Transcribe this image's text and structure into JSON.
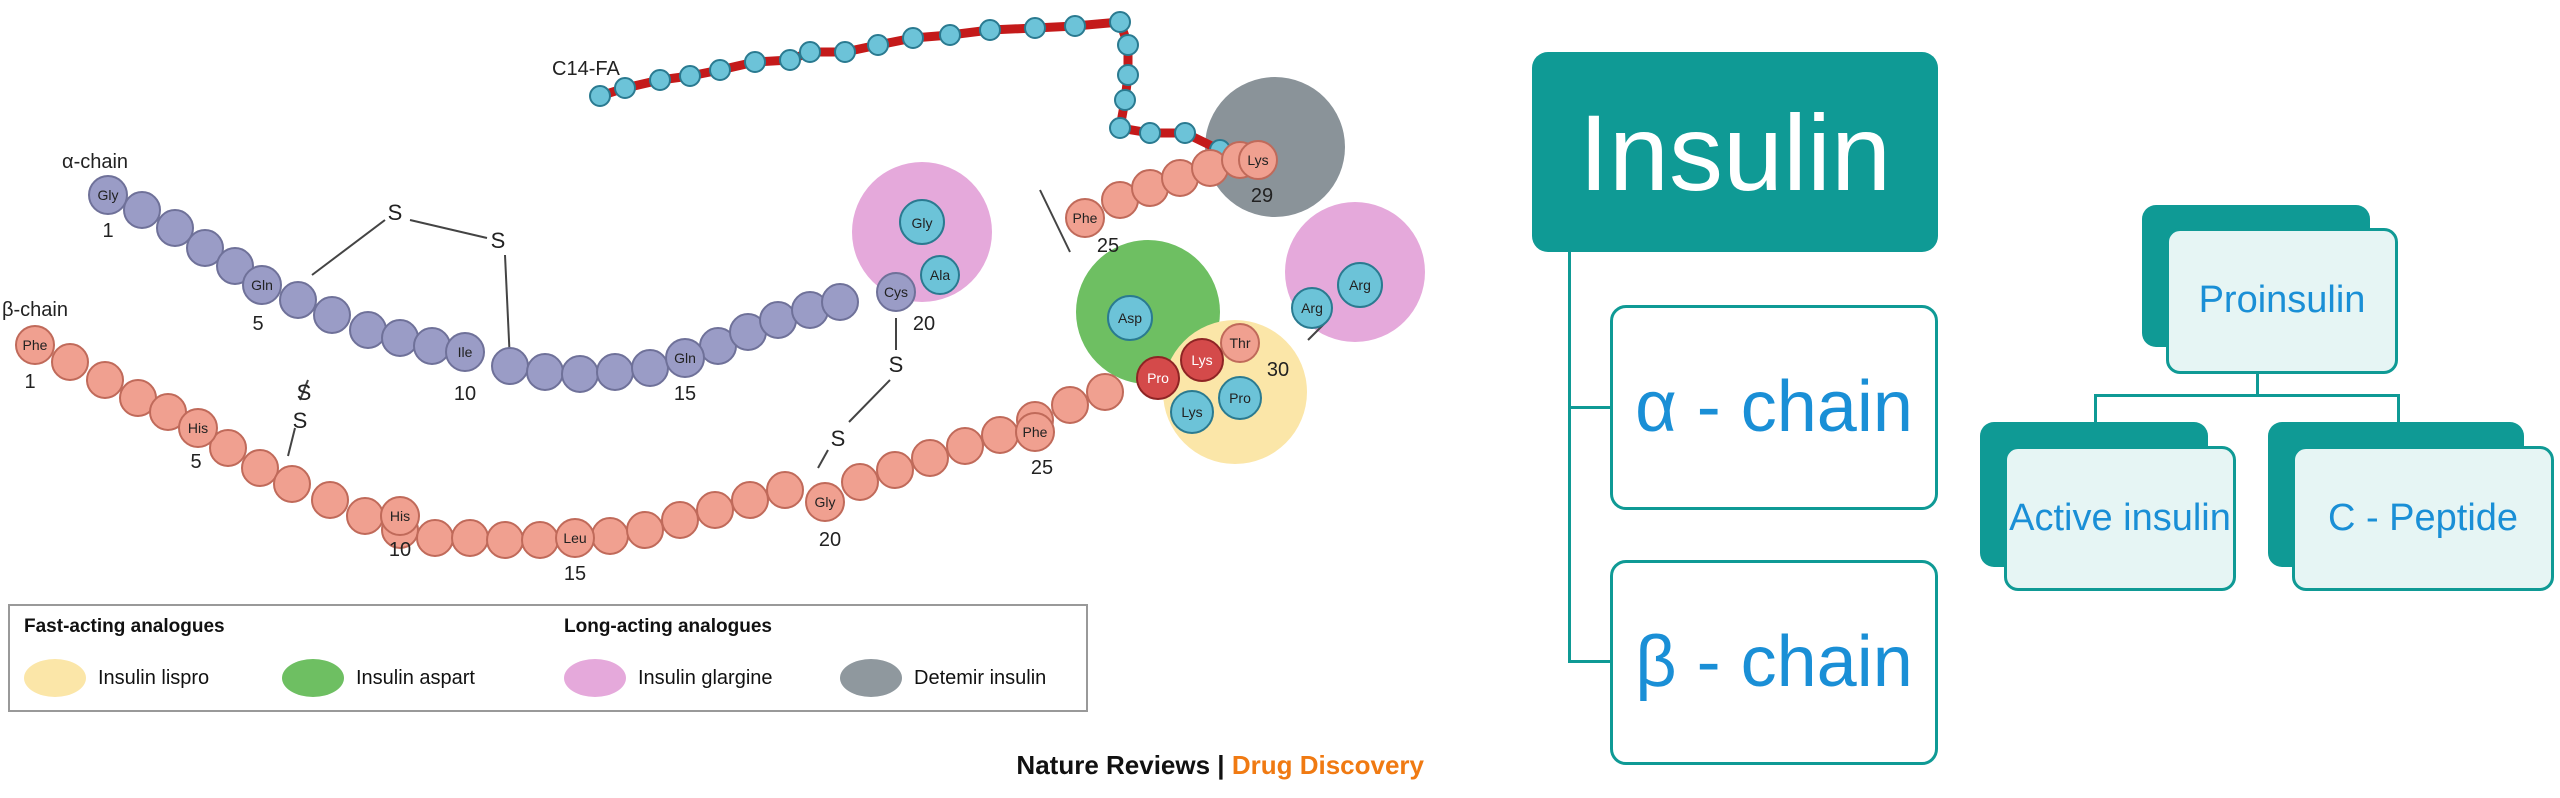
{
  "figure": {
    "fatty_acid_label": "C14-FA",
    "alpha_chain_label": "α-chain",
    "beta_chain_label": "β-chain",
    "disulfide_label": "S",
    "alpha_residues": {
      "gly": "Gly",
      "gln": "Gln",
      "ile": "Ile",
      "gln15": "Gln",
      "cys": "Cys",
      "ala": "Ala",
      "gly21": "Gly"
    },
    "alpha_numbers": {
      "n1": "1",
      "n5": "5",
      "n10": "10",
      "n15": "15",
      "n20": "20"
    },
    "beta_residues": {
      "phe": "Phe",
      "his": "His",
      "his10": "His",
      "leu": "Leu",
      "gly": "Gly",
      "phe25": "Phe",
      "pro": "Pro",
      "lys": "Lys",
      "thr": "Thr",
      "asp": "Asp",
      "lys_b": "Lys",
      "pro_b": "Pro",
      "arg": "Arg",
      "arg2": "Arg",
      "phe_upper": "Phe",
      "lys_upper": "Lys"
    },
    "beta_numbers": {
      "n1": "1",
      "n5": "5",
      "n10": "10",
      "n15": "15",
      "n20": "20",
      "n25": "25",
      "n30": "30",
      "n25_upper": "25",
      "n29": "29"
    },
    "colors": {
      "alpha_bead": "#9a9cc6",
      "beta_bead": "#f0a090",
      "dark_bead": "#d44a4a",
      "blue_bead": "#6cc3d8",
      "fatty_chain": "#c41a1a",
      "lispro": "#fbe6a8",
      "aspart": "#6ebf62",
      "glargine": "#e5a9db",
      "detemir": "#7d878e"
    }
  },
  "legend": {
    "fast_heading": "Fast-acting analogues",
    "long_heading": "Long-acting analogues",
    "items": [
      {
        "label": "Insulin lispro",
        "color": "#fbe6a8"
      },
      {
        "label": "Insulin aspart",
        "color": "#6ebf62"
      },
      {
        "label": "Insulin glargine",
        "color": "#e5a9db"
      },
      {
        "label": "Detemir insulin",
        "color": "#8f989e"
      }
    ]
  },
  "credit": {
    "journal": "Nature Reviews",
    "separator": " | ",
    "section": "Drug Discovery"
  },
  "hierarchy": {
    "root": "Insulin",
    "alpha": "α - chain",
    "beta": "β - chain"
  },
  "processing": {
    "parent": "Proinsulin",
    "child_left": "Active insulin",
    "child_right": "C - Peptide"
  },
  "theme": {
    "teal": "#0f9a95",
    "blue_text": "#1a8fd6"
  }
}
